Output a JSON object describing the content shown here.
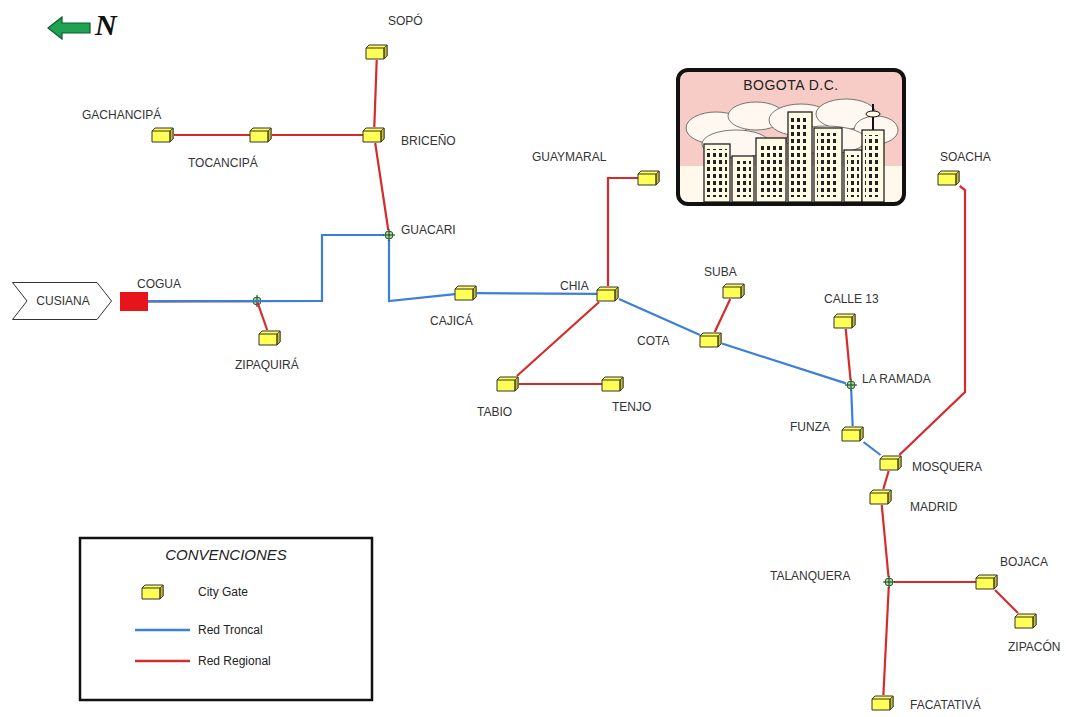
{
  "diagram": {
    "nodes": [
      {
        "text": [
          "SOPÓ"
        ]
      },
      {
        "text": [
          "GACHANCIPÁ"
        ]
      },
      {
        "text": [
          "TOCANCIPÁ"
        ]
      },
      {
        "text": [
          "BRICEÑO"
        ]
      },
      {
        "text": [
          "BOGOTA D.C."
        ]
      },
      {
        "text": [
          "GUAYMARAL"
        ]
      },
      {
        "text": [
          "SOACHA"
        ]
      },
      {
        "text": [
          "GUACARI"
        ]
      },
      {
        "text": [
          "CUSIANA"
        ]
      },
      {
        "text": [
          "COGUA"
        ]
      },
      {
        "text": [
          "CAJICÁ"
        ]
      },
      {
        "text": [
          "CHIA"
        ]
      },
      {
        "text": [
          "SUBA"
        ]
      },
      {
        "text": [
          "ZIPAQUIRÁ"
        ]
      },
      {
        "text": [
          "CALLE 13"
        ]
      },
      {
        "text": [
          "COTA"
        ]
      },
      {
        "text": [
          "LA RAMADA"
        ]
      },
      {
        "text": [
          "TABIO"
        ]
      },
      {
        "text": [
          "TENJO"
        ]
      },
      {
        "text": [
          "FUNZA"
        ]
      },
      {
        "text": [
          "MOSQUERA"
        ]
      },
      {
        "text": [
          "MADRID"
        ]
      },
      {
        "text": [
          "TALANQUERA"
        ]
      },
      {
        "text": [
          "BOJACA"
        ]
      },
      {
        "text": [
          "ZIPACÓN"
        ]
      },
      {
        "text": [
          "FACATATIVÁ"
        ]
      }
    ],
    "edges": [
      {
        "from": 0,
        "to": 3,
        "arrow": "none"
      },
      {
        "from": 1,
        "to": 2,
        "arrow": "none"
      },
      {
        "from": 2,
        "to": 3,
        "arrow": "none"
      },
      {
        "from": 3,
        "to": 7,
        "arrow": "none"
      },
      {
        "from": 9,
        "to": 13,
        "arrow": "none"
      },
      {
        "from": 9,
        "to": 7,
        "arrow": "none"
      },
      {
        "from": 7,
        "to": 10,
        "arrow": "none"
      },
      {
        "from": 10,
        "to": 11,
        "arrow": "none"
      },
      {
        "from": 11,
        "to": 5,
        "arrow": "none"
      },
      {
        "from": 11,
        "to": 17,
        "arrow": "none"
      },
      {
        "from": 17,
        "to": 18,
        "arrow": "none"
      },
      {
        "from": 11,
        "to": 15,
        "arrow": "none"
      },
      {
        "from": 15,
        "to": 12,
        "arrow": "none"
      },
      {
        "from": 15,
        "to": 16,
        "arrow": "none"
      },
      {
        "from": 16,
        "to": 14,
        "arrow": "none"
      },
      {
        "from": 16,
        "to": 19,
        "arrow": "none"
      },
      {
        "from": 19,
        "to": 20,
        "arrow": "none"
      },
      {
        "from": 20,
        "to": 6,
        "arrow": "none"
      },
      {
        "from": 20,
        "to": 21,
        "arrow": "none"
      },
      {
        "from": 21,
        "to": 22,
        "arrow": "none"
      },
      {
        "from": 22,
        "to": 23,
        "arrow": "none"
      },
      {
        "from": 23,
        "to": 24,
        "arrow": "none"
      },
      {
        "from": 22,
        "to": 25,
        "arrow": "none"
      }
    ],
    "labels": [
      "N",
      "CONVENCIONES"
    ],
    "legend": [
      {
        "text": "City Gate"
      },
      {
        "text": "Red Troncal"
      },
      {
        "text": "Red Regional"
      }
    ]
  }
}
